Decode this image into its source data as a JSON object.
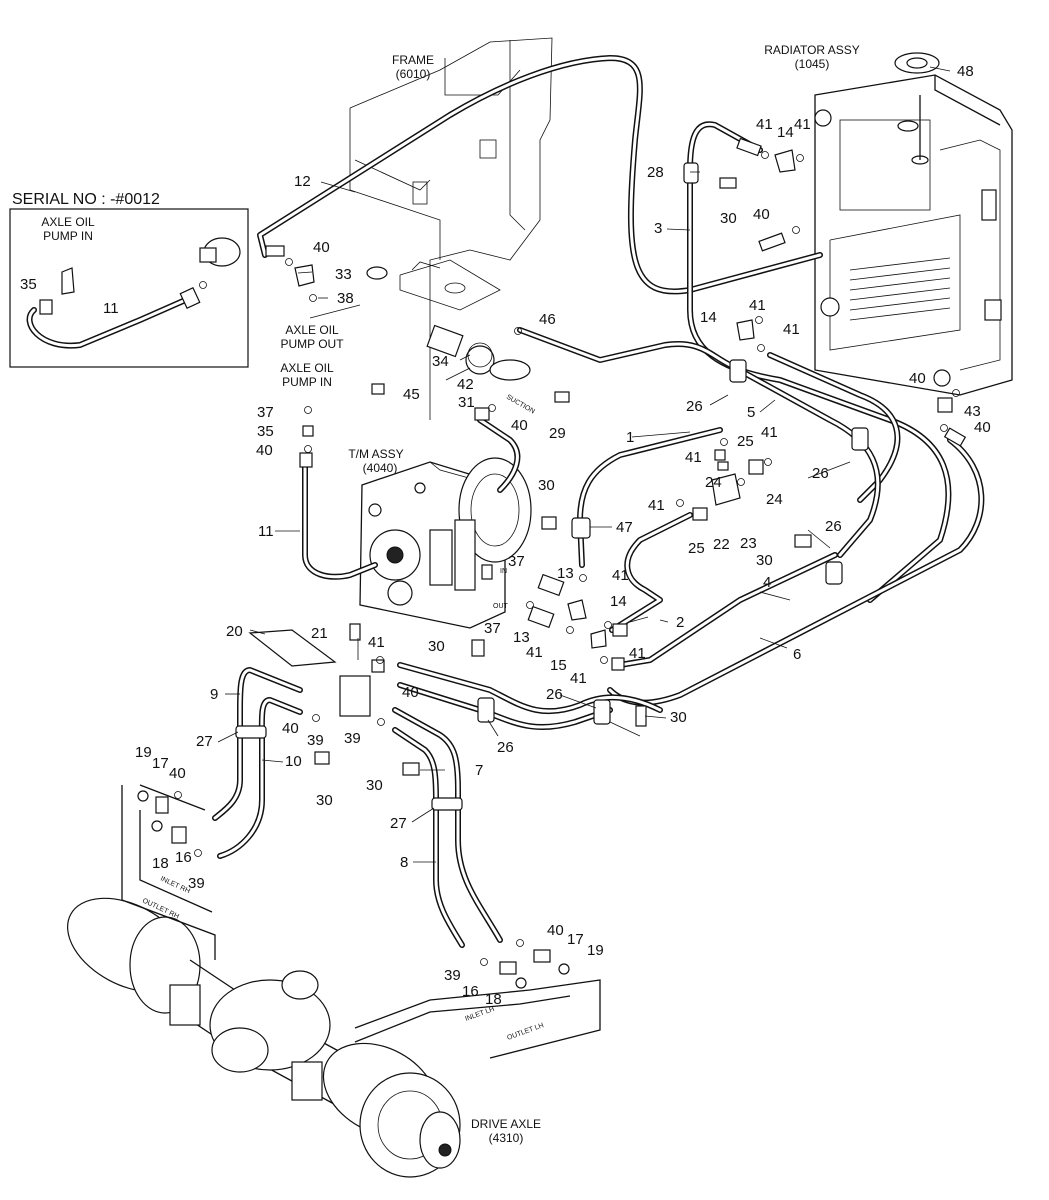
{
  "serial_box": {
    "title": "SERIAL NO : -#0012",
    "caption_line1": "AXLE OIL",
    "caption_line2": "PUMP IN"
  },
  "assemblies": {
    "frame": {
      "name": "FRAME",
      "code": "(6010)"
    },
    "radiator": {
      "name": "RADIATOR ASSY",
      "code": "(1045)"
    },
    "transmission": {
      "name": "T/M ASSY",
      "code": "(4040)"
    },
    "drive_axle": {
      "name": "DRIVE AXLE",
      "code": "(4310)"
    }
  },
  "callouts_text": {
    "pump_out_line1": "AXLE OIL",
    "pump_out_line2": "PUMP OUT",
    "pump_in_line1": "AXLE OIL",
    "pump_in_line2": "PUMP IN",
    "tm_in": "IN",
    "tm_out": "OUT",
    "suction": "SUCTION"
  },
  "axle_port_labels": [
    "INLET RH",
    "OUTLET RH",
    "INLET LH",
    "OUTLET LH"
  ],
  "part_numbers": [
    "1",
    "2",
    "3",
    "4",
    "5",
    "6",
    "7",
    "8",
    "9",
    "10",
    "11",
    "12",
    "13",
    "14",
    "15",
    "16",
    "17",
    "18",
    "19",
    "20",
    "21",
    "22",
    "23",
    "24",
    "25",
    "26",
    "27",
    "28",
    "29",
    "30",
    "31",
    "33",
    "34",
    "35",
    "37",
    "38",
    "39",
    "40",
    "41",
    "42",
    "43",
    "45",
    "46",
    "47",
    "48"
  ]
}
